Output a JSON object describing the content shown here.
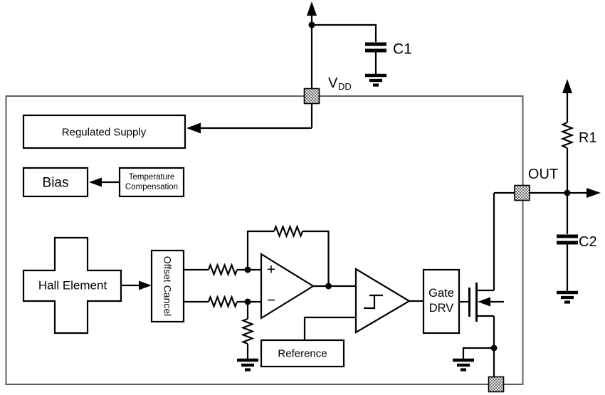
{
  "blocks": {
    "regulated_supply": {
      "label": "Regulated Supply"
    },
    "bias": {
      "label": "Bias"
    },
    "temperature_compensation": {
      "label_line1": "Temperature",
      "label_line2": "Compensation"
    },
    "hall_element": {
      "label": "Hall Element"
    },
    "offset_cancel": {
      "label": "Offset Cancel"
    },
    "reference": {
      "label": "Reference"
    },
    "gate_driver": {
      "label_line1": "Gate",
      "label_line2": "DRV"
    }
  },
  "amplifier": {
    "non_inverting_input": "+",
    "inverting_input": "−"
  },
  "pins": {
    "vdd": {
      "label": "V",
      "subscript": "DD"
    },
    "out": {
      "label": "OUT"
    }
  },
  "external_components": {
    "c1": "C1",
    "r1": "R1",
    "c2": "C2"
  },
  "colors": {
    "line": "#000000",
    "text": "#000000",
    "outer_border": "#5f5f5f",
    "pin_fill": "#d9d9d9",
    "background": "#ffffff"
  }
}
